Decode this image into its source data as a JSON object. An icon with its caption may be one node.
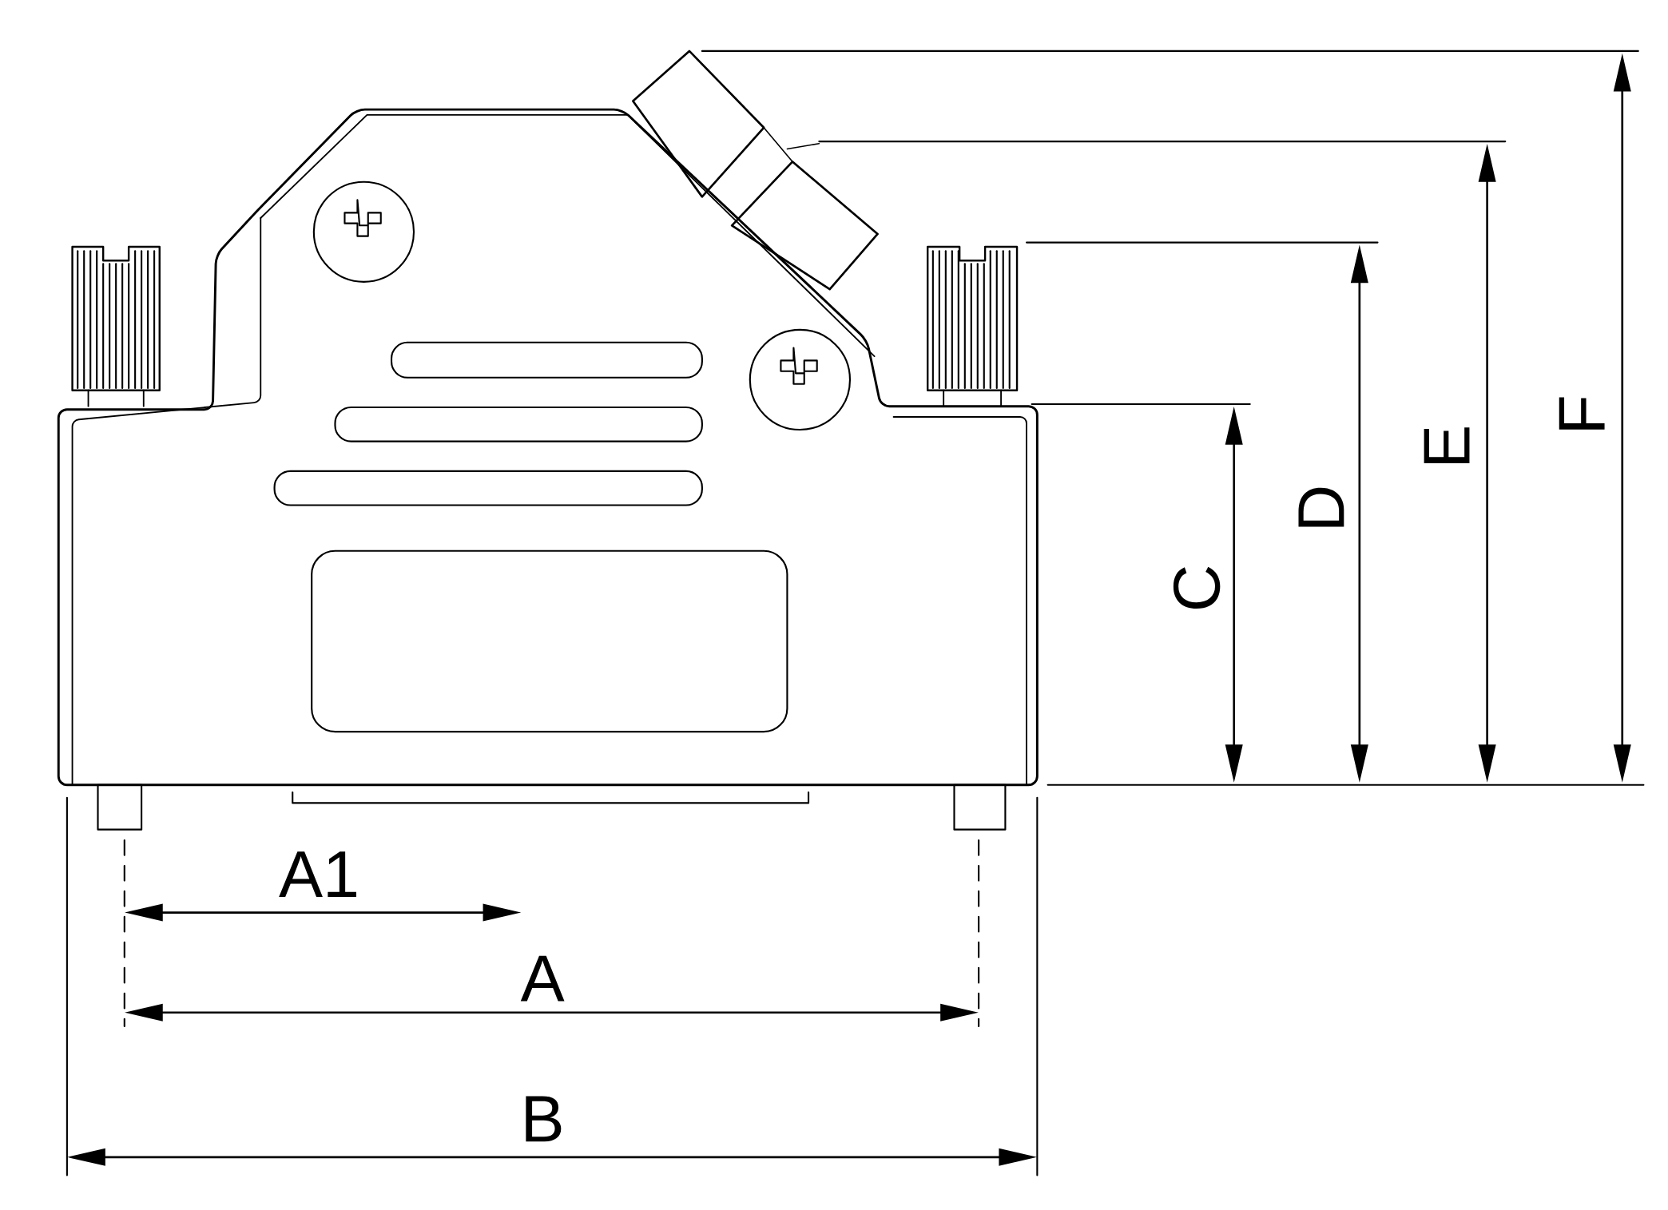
{
  "diagram": {
    "labels": [
      "A1",
      "A",
      "B",
      "C",
      "D",
      "E",
      "F"
    ]
  }
}
